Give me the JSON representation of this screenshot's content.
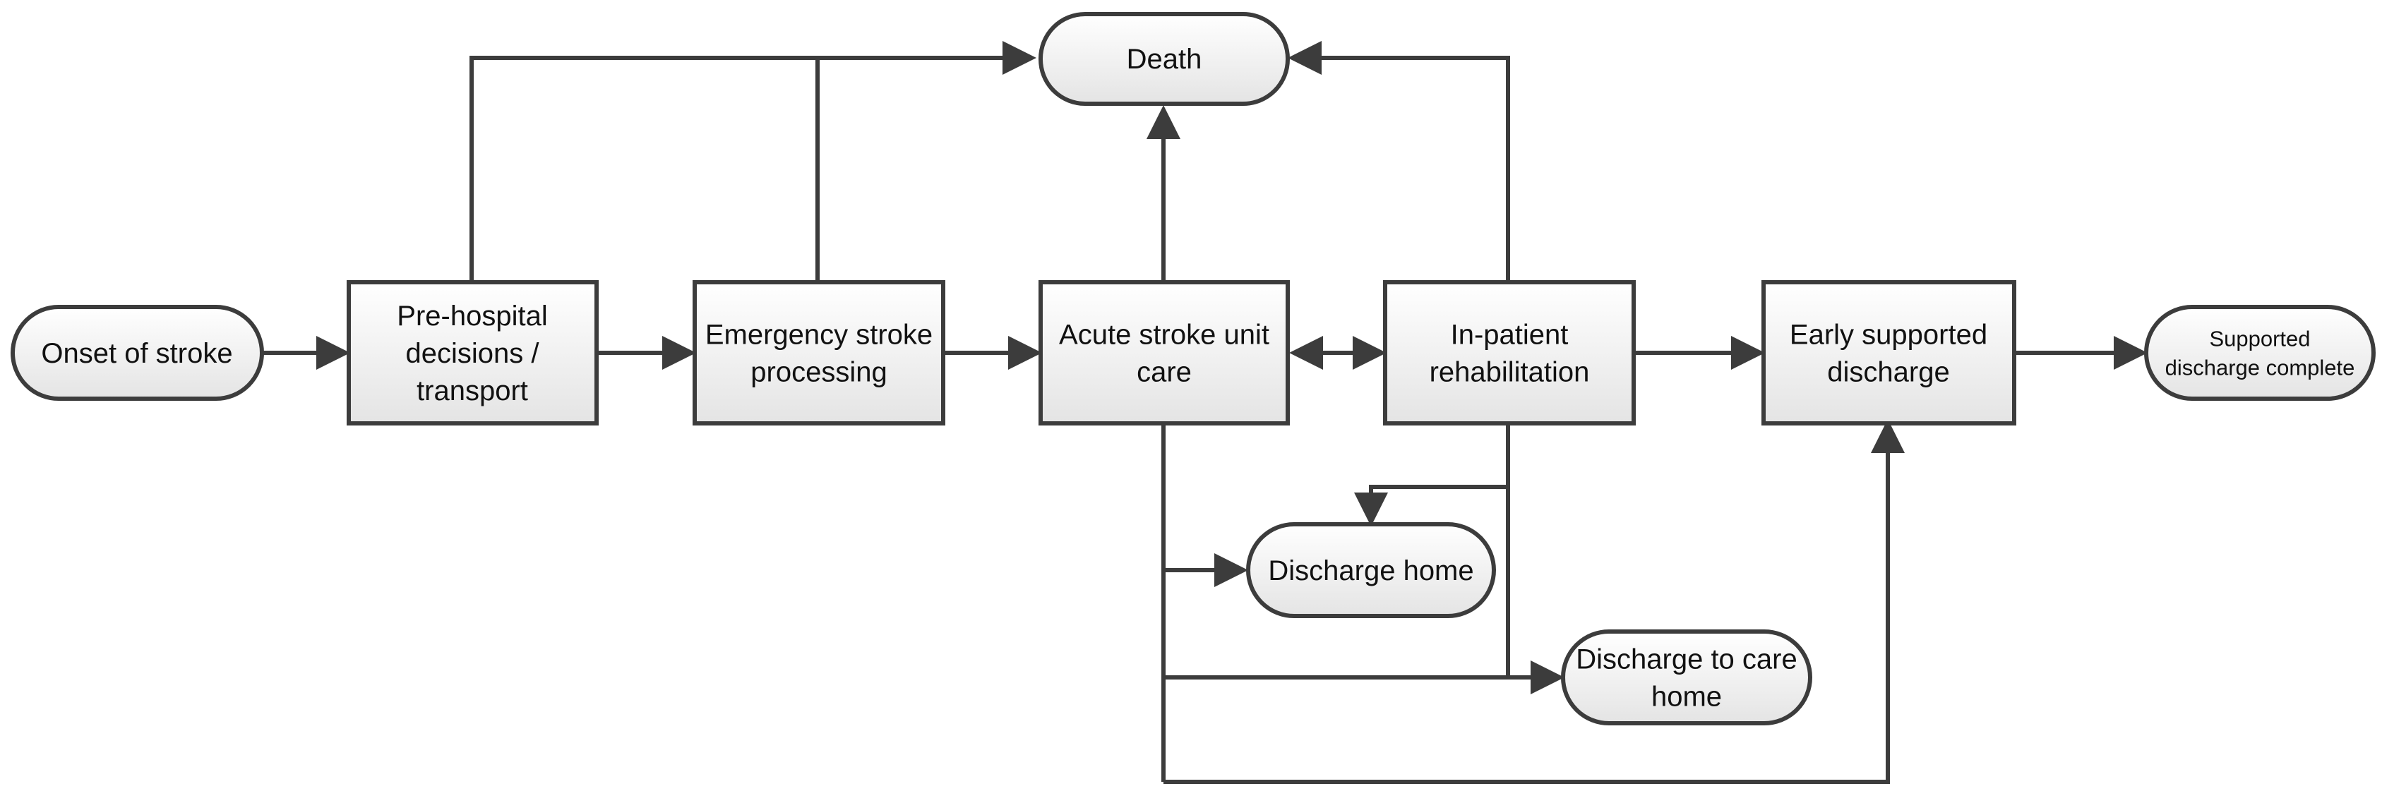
{
  "diagram": {
    "nodes": {
      "onset": {
        "lines": [
          "Onset of stroke"
        ]
      },
      "prehospital": {
        "lines": [
          "Pre-hospital",
          "decisions /",
          "transport"
        ]
      },
      "emergency": {
        "lines": [
          "Emergency stroke",
          "processing"
        ]
      },
      "acute": {
        "lines": [
          "Acute stroke unit",
          "care"
        ]
      },
      "inpatient": {
        "lines": [
          "In-patient",
          "rehabilitation"
        ]
      },
      "early": {
        "lines": [
          "Early supported",
          "discharge"
        ]
      },
      "supported": {
        "lines": [
          "Supported",
          "discharge complete"
        ]
      },
      "death": {
        "lines": [
          "Death"
        ]
      },
      "home": {
        "lines": [
          "Discharge home"
        ]
      },
      "carehome": {
        "lines": [
          "Discharge to care",
          "home"
        ]
      }
    },
    "colors": {
      "stroke": "#3c3c3c",
      "fill_top": "#ffffff",
      "fill_bottom": "#e6e6e6",
      "text": "#111111"
    }
  }
}
